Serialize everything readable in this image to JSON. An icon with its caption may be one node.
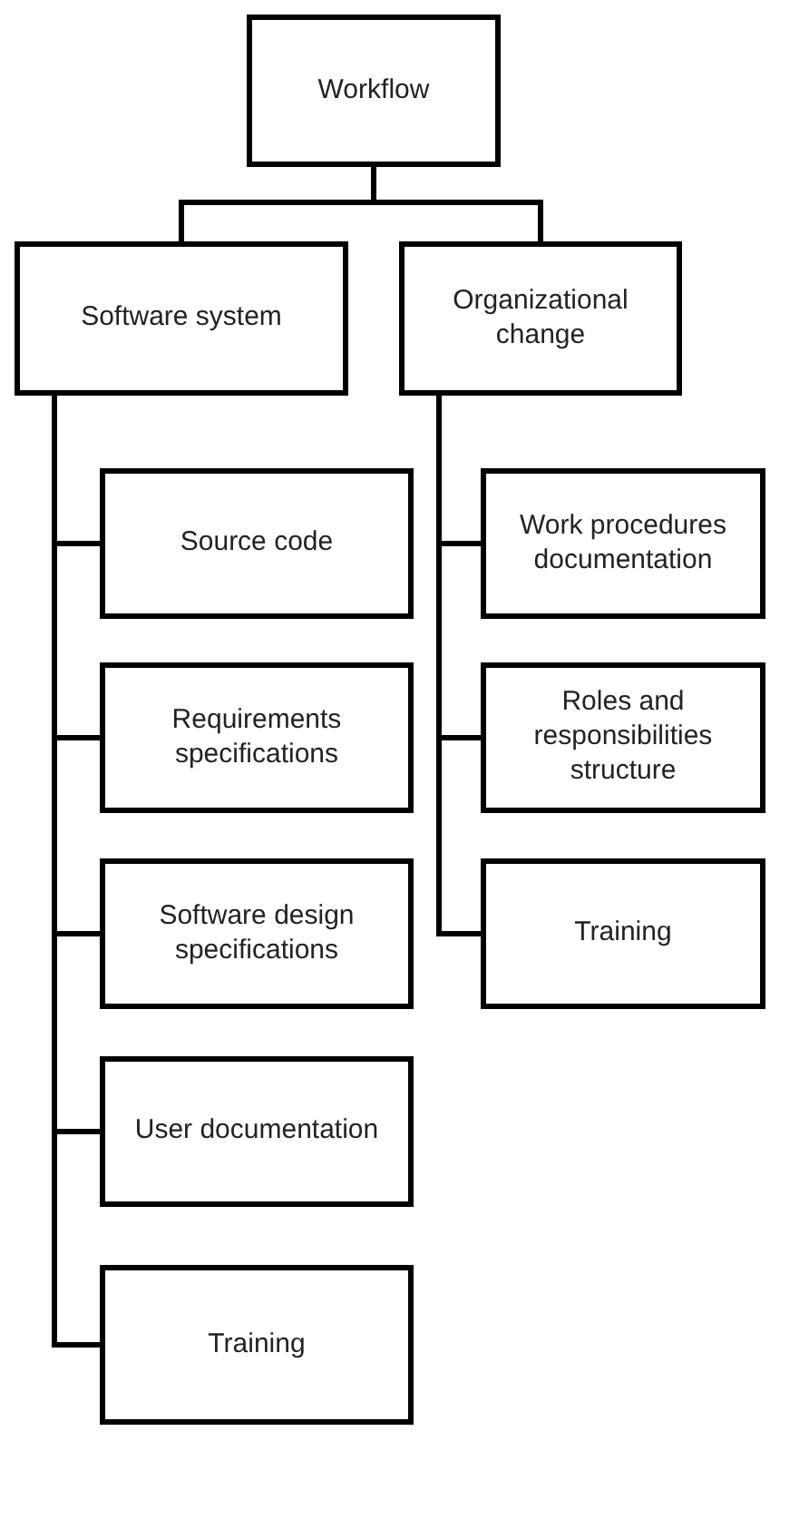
{
  "diagram": {
    "nodes": [
      {
        "text": [
          "Workflow"
        ]
      },
      {
        "text": [
          "Software system"
        ]
      },
      {
        "text": [
          "Organizational change"
        ]
      },
      {
        "text": [
          "Source code"
        ]
      },
      {
        "text": [
          "Requirements specifications"
        ]
      },
      {
        "text": [
          "Software design specifications"
        ]
      },
      {
        "text": [
          "User documentation"
        ]
      },
      {
        "text": [
          "Training"
        ]
      },
      {
        "text": [
          "Work procedures documentation"
        ]
      },
      {
        "text": [
          "Roles and responsibilities structure"
        ]
      },
      {
        "text": [
          "Training"
        ]
      }
    ],
    "edges": [
      {
        "from": 0,
        "to": 1,
        "arrow": "none"
      },
      {
        "from": 0,
        "to": 2,
        "arrow": "none"
      },
      {
        "from": 1,
        "to": 3,
        "arrow": "none"
      },
      {
        "from": 1,
        "to": 4,
        "arrow": "none"
      },
      {
        "from": 1,
        "to": 5,
        "arrow": "none"
      },
      {
        "from": 1,
        "to": 6,
        "arrow": "none"
      },
      {
        "from": 1,
        "to": 7,
        "arrow": "none"
      },
      {
        "from": 2,
        "to": 8,
        "arrow": "none"
      },
      {
        "from": 2,
        "to": 9,
        "arrow": "none"
      },
      {
        "from": 2,
        "to": 10,
        "arrow": "none"
      }
    ]
  }
}
